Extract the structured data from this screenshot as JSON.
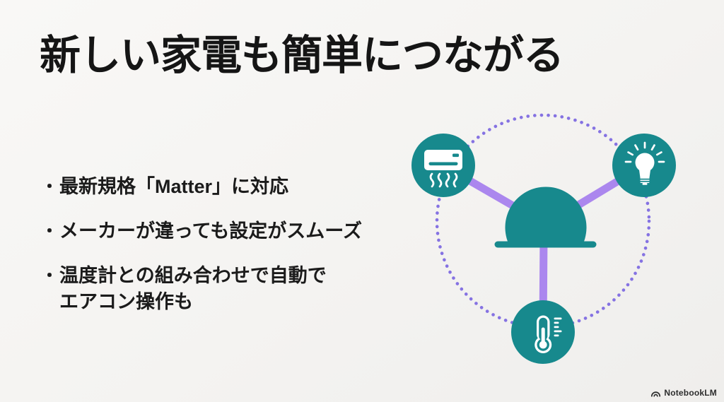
{
  "slide": {
    "title": "新しい家電も簡単につながる",
    "bullets": [
      {
        "marker": "・",
        "text": "最新規格「Matter」に対応"
      },
      {
        "marker": "・",
        "text": "メーカーが違っても設定がスムーズ"
      },
      {
        "marker": "・",
        "text": "温度計との組み合わせで自動で\nエアコン操作も"
      }
    ]
  },
  "diagram": {
    "description": "Smart home hub connected to three devices inside a dotted ring",
    "hub": {
      "icon": "smart-speaker-icon"
    },
    "nodes": [
      {
        "icon": "air-conditioner-icon",
        "position": "top-left"
      },
      {
        "icon": "light-bulb-icon",
        "position": "top-right"
      },
      {
        "icon": "thermometer-icon",
        "position": "bottom"
      }
    ],
    "colors": {
      "node_teal": "#17898d",
      "connector_purple": "#ab87ee",
      "ring_dots_purple": "#8572e2",
      "icon_white": "#ffffff"
    }
  },
  "footer": {
    "brand": "NotebookLM",
    "logo_icon": "notebooklm-logo-icon"
  },
  "colors": {
    "background_light": "#f9f8f6",
    "background_dark": "#efeeec",
    "title_text": "#151515",
    "body_text": "#1b1b1b",
    "watermark_text": "#2d2d2d"
  }
}
